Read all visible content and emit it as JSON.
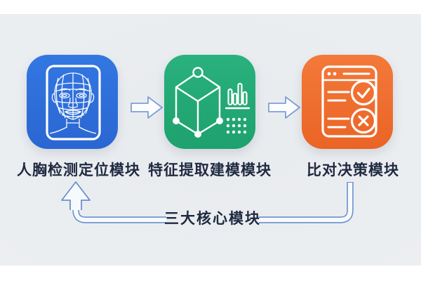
{
  "page": {
    "background_color": "#e9ecef",
    "band_color": "#ffffff",
    "text_color": "#1f2940"
  },
  "modules": [
    {
      "name": "face-detection-module",
      "label": "人胸检测定位模块",
      "color": "#2e6fd8",
      "icon": "face-mesh-scan-icon"
    },
    {
      "name": "feature-extraction-module",
      "label": "特征提取建模模块",
      "color": "#23aa76",
      "icon": "wireframe-cube-stats-icon"
    },
    {
      "name": "comparison-decision-module",
      "label": "比对决策模块",
      "color": "#ee6f2c",
      "icon": "checklist-pass-fail-icon"
    }
  ],
  "connectors": {
    "flow_arrow_color": "#7d9fd6",
    "loop_color": "#6b8fd1",
    "loop_label": "三大核心模块"
  }
}
